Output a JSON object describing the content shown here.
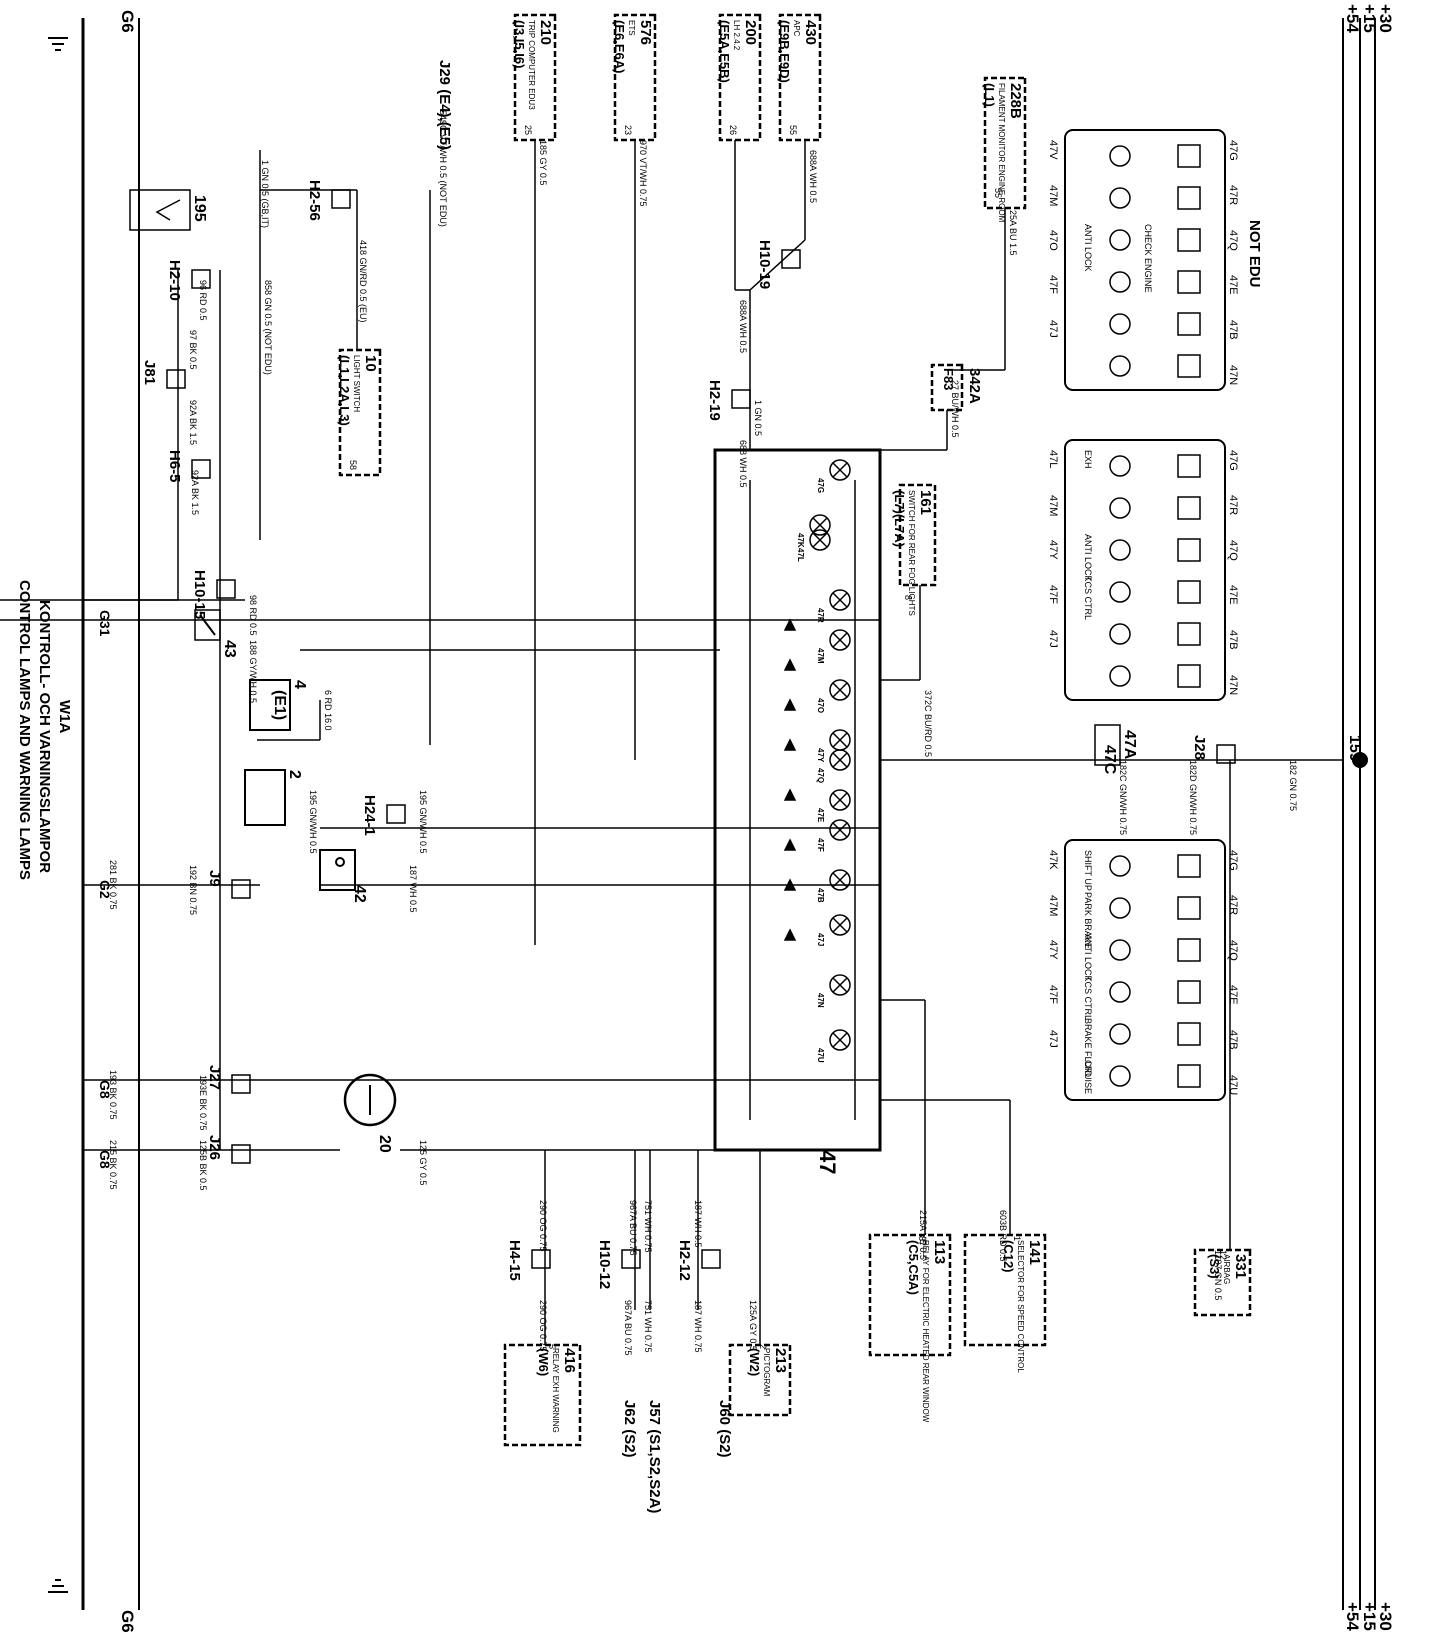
{
  "diagram": {
    "sheet_id": "W1A",
    "title_sv": "KONTROLL- OCH VARNINGSLAMPOR",
    "title_en": "CONTROL LAMPS AND WARNING LAMPS",
    "rails_top": [
      "+30",
      "+15",
      "+54"
    ],
    "rails_bottom": [
      "+30",
      "+15",
      "+54"
    ],
    "ground_labels": [
      "G6",
      "G6",
      "G31",
      "G2",
      "G8",
      "G8"
    ],
    "main_unit": "47",
    "boxes": [
      {
        "num": "430",
        "name": "APC",
        "ref": "(E9B,E9D)",
        "pin": "55"
      },
      {
        "num": "200",
        "name": "LH 2.4.2",
        "ref": "(E5A,E5B)",
        "pin": "26"
      },
      {
        "num": "576",
        "name": "ETS",
        "ref": "(E6,E6A)",
        "pin": "23"
      },
      {
        "num": "210",
        "name": "TRIP COMPUTER EDU3",
        "ref": "(I3,I5,I6)",
        "pin": "25"
      },
      {
        "num": "228B",
        "name": "FILAMENT MONITOR ENGINE ROOM",
        "ref": "(L1)",
        "pin": "55"
      },
      {
        "num": "10",
        "name": "LIGHT SWITCH",
        "ref": "(L1,L2A,L3)",
        "pin": "58"
      },
      {
        "num": "161",
        "name": "SWITCH FOR REAR FOG LIGHTS",
        "ref": "(L7)(L7A)",
        "pin": "8"
      },
      {
        "num": "342A",
        "name": "",
        "ref": "F83",
        "pin": ""
      },
      {
        "num": "331",
        "name": "AIRBAG",
        "ref": "(S3)",
        "pin": "12"
      },
      {
        "num": "141",
        "name": "SELECTOR FOR SPEED CONTROL",
        "ref": "(C12)",
        "pin": "1"
      },
      {
        "num": "113",
        "name": "RELAY FOR ELECTRIC HEATED REAR WINDOW",
        "ref": "(C5,C5A)",
        "pin": "87"
      },
      {
        "num": "213",
        "name": "PICTOGRAM",
        "ref": "(W2)",
        "pin": "2"
      },
      {
        "num": "416",
        "name": "RELAY EXH WARNING",
        "ref": "(W6)",
        "pin": "5"
      }
    ],
    "connectors": [
      "H10-19",
      "H2-19",
      "H2-56",
      "H2-10",
      "J81",
      "H6-5",
      "H10-15",
      "H24-1",
      "J9",
      "J27",
      "J26",
      "H2-12",
      "H10-12",
      "H4-15",
      "J28",
      "J29 (E4),(E5)",
      "J60 (S2)",
      "J57 (S1,S2,S2A)",
      "J62 (S2)"
    ],
    "components": [
      "195",
      "43",
      "4",
      "(E1)",
      "2",
      "42",
      "20",
      "47A",
      "47C",
      "159"
    ],
    "lamps": [
      "47G",
      "47K",
      "47L",
      "47R",
      "47M",
      "47O",
      "47Y",
      "47Q",
      "47E",
      "47F",
      "47B",
      "47J",
      "47N",
      "47U"
    ],
    "wires": [
      "688A WH 0.5",
      "25A BU 1.5",
      "27 BU/WH 0.5",
      "1 GN 0.5",
      "688 WH 0.5",
      "688A WH 0.5",
      "549C VT/WH 0.5 (NOT EDU)",
      "970 VT/WH 0.75",
      "185 GY 0.5",
      "1 GN 0.5 (GB,IT)",
      "418 GN/RD 0.5 (EU)",
      "858 GN 0.5 (NOT EDU)",
      "96 RD 0.5",
      "97 BK 0.5",
      "92A BK 1.5",
      "92A BK 1.5",
      "98 RD 0.5",
      "188 GY/WH 0.5",
      "6 RD 16.0",
      "195 GN/WH 0.5",
      "195 GN/WH 0.5",
      "281 BK 0.75",
      "192 BN 0.75",
      "187 WH 0.5",
      "193 BK 0.75",
      "193E BK 0.75",
      "215 BK 0.75",
      "125B BK 0.5",
      "125 GY 0.5",
      "182C GN/WH 0.75",
      "182D GN/WH 0.75",
      "182 GN 0.75",
      "372C BU/RD 0.5",
      "1107 GN 0.5",
      "603B RD 0.5",
      "215A YE 0.5",
      "125A GY 0.5",
      "187 WH 0.5",
      "751 WH 0.75",
      "967A BU 0.75",
      "290 OG 0.75",
      "290 OG 0.75",
      "967A BU 0.75",
      "751 WH 0.75",
      "187 WH 0.75"
    ],
    "panels": [
      {
        "title": "NOT EDU",
        "codes_top": [
          "47G",
          "47R",
          "47Q",
          "47E",
          "47B",
          "47N"
        ],
        "codes_bottom": [
          "47V",
          "47M",
          "47O",
          "47F",
          "47J",
          ""
        ],
        "labels": [
          "",
          "",
          "ANTI LOCK",
          "",
          "",
          "",
          "",
          "",
          "CHECK ENGINE",
          "",
          "",
          ""
        ]
      },
      {
        "title": "",
        "codes_top": [
          "47G",
          "47R",
          "47Q",
          "47E",
          "47B",
          "47N"
        ],
        "codes_bottom": [
          "47L",
          "47M",
          "47Y",
          "47F",
          "47J",
          ""
        ],
        "labels": [
          "EXH",
          "",
          "ANTI LOCK",
          "TCS CTRL",
          "",
          ""
        ]
      },
      {
        "title": "",
        "codes_top": [
          "47G",
          "47R",
          "47Q",
          "47E",
          "47B",
          "47U"
        ],
        "codes_bottom": [
          "47K",
          "47M",
          "47Y",
          "47F",
          "47J",
          ""
        ],
        "labels": [
          "SHIFT UP",
          "PARK BRAKE",
          "ANTI LOCK",
          "TCS CTRL",
          "BRAKE FLUID",
          "CRUISE"
        ]
      }
    ]
  }
}
